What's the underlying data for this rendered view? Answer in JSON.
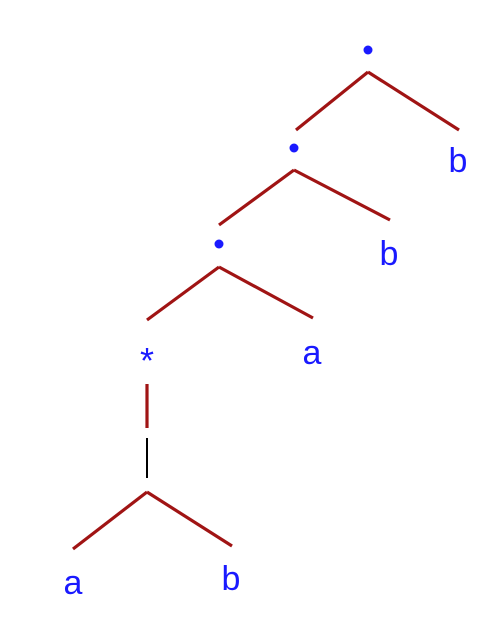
{
  "tree": {
    "nodes": {
      "concat_top": "•",
      "concat_mid": "•",
      "concat_low": "•",
      "star": "*",
      "union": "|",
      "leaf_b_top": "b",
      "leaf_b_mid": "b",
      "leaf_a_mid": "a",
      "leaf_a_bottom": "a",
      "leaf_b_bottom": "b"
    },
    "colors": {
      "edge": "#a01414",
      "label": "#1a1aff",
      "union_bar": "#000000"
    }
  }
}
